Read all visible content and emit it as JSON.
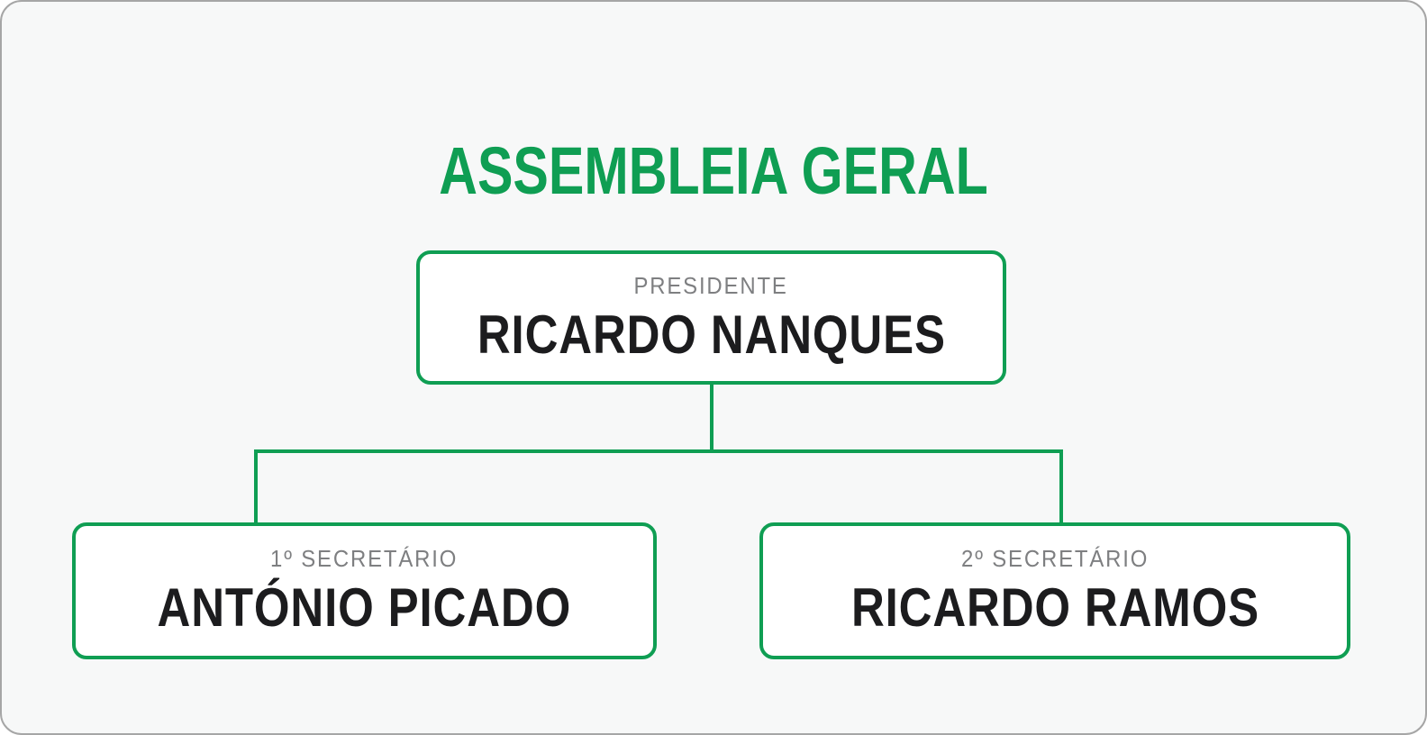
{
  "title": "ASSEMBLEIA GERAL",
  "org": {
    "root": {
      "role": "PRESIDENTE",
      "name": "RICARDO NANQUES"
    },
    "children": [
      {
        "role": "1º SECRETÁRIO",
        "name": "ANTÓNIO PICADO"
      },
      {
        "role": "2º SECRETÁRIO",
        "name": "RICARDO RAMOS"
      }
    ]
  },
  "colors": {
    "accent_green": "#0f9e53",
    "title_green": "#0f9e53",
    "role_gray": "#7e7f81",
    "name_black": "#1c1c1e",
    "panel_background": "#f7f8f8",
    "panel_border_gray": "#a6a6a6",
    "node_background": "#ffffff"
  }
}
